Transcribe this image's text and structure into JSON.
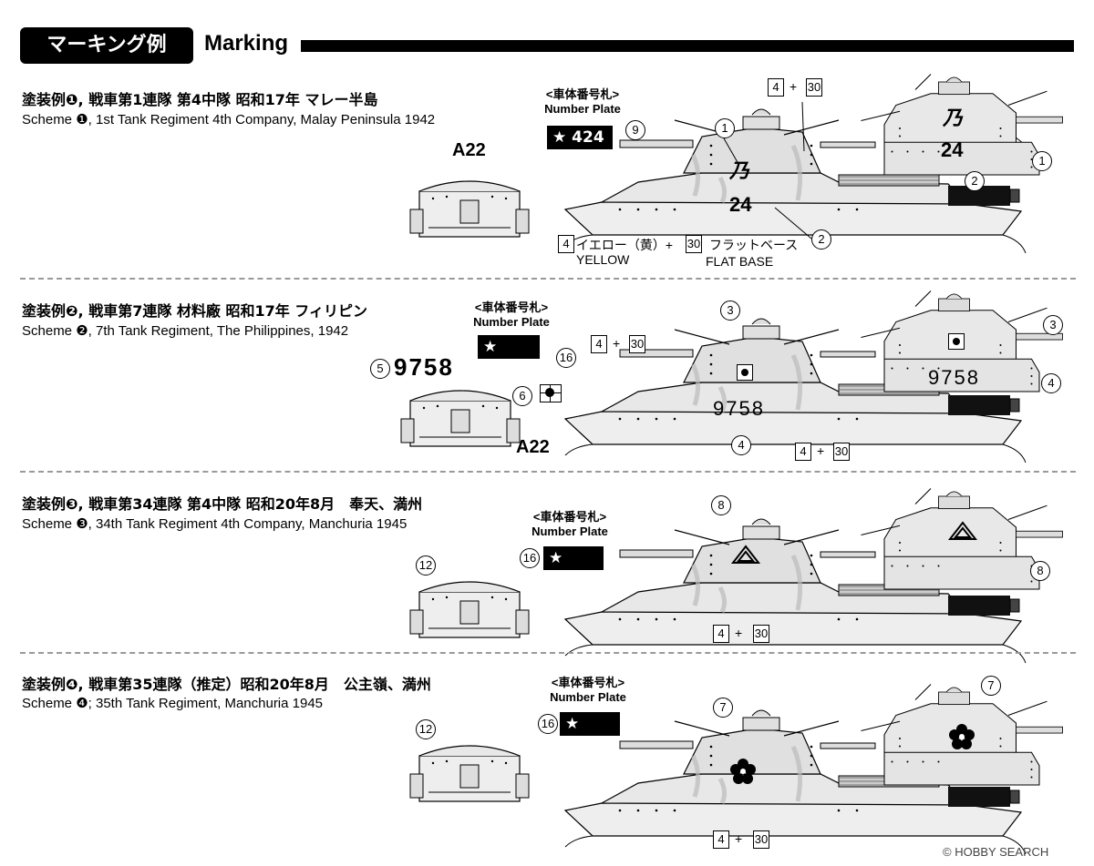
{
  "header": {
    "jp_title": "マーキング例",
    "en_title": "Marking"
  },
  "labels": {
    "nplate_jp": "<車体番号札>",
    "nplate_en": "Number Plate",
    "plus": "+"
  },
  "schemes": [
    {
      "title": "塗装例❶, 戦車第1連隊 第4中隊 昭和17年 マレー半島",
      "subtitle": "Scheme ❶, 1st Tank Regiment  4th Company, Malay Peninsula 1942"
    },
    {
      "title": "塗装例❷, 戦車第7連隊 材料廠 昭和17年 フィリピン",
      "subtitle": "Scheme ❷, 7th Tank Regiment, The Philippines, 1942"
    },
    {
      "title": "塗装例❸, 戦車第34連隊 第4中隊 昭和20年8月　奉天、満州",
      "subtitle": "Scheme ❸, 34th Tank Regiment 4th Company, Manchuria 1945"
    },
    {
      "title": "塗装例❹, 戦車第35連隊（推定）昭和20年8月　公主嶺、満州",
      "subtitle": "Scheme ❹; 35th Tank Regiment, Manchuria 1945"
    }
  ],
  "s1": {
    "front_label": "A22",
    "plate_text": "★ 424",
    "plate_ref": "9",
    "callouts": [
      "1",
      "2"
    ],
    "hull_number": "24",
    "kanji": "乃",
    "paint_top_a": "4",
    "paint_top_b": "30",
    "paint_a_num": "4",
    "paint_a_jp": "イエロー（黄）+",
    "paint_a_en": "YELLOW",
    "paint_b_num": "30",
    "paint_b_jp": "フラットベース",
    "paint_b_en": "FLAT BASE"
  },
  "s2": {
    "ref5": "5",
    "plate_big": "9758",
    "ref6": "6",
    "front_label": "A22",
    "plate_text": "★",
    "plate_ref": "16",
    "callout3": "3",
    "callout4": "4",
    "hull_number": "9758",
    "paint_a": "4",
    "paint_b": "30"
  },
  "s3": {
    "ref12": "12",
    "plate_text": "★",
    "plate_ref": "16",
    "callout": "8",
    "paint_a": "4",
    "paint_b": "30"
  },
  "s4": {
    "ref12": "12",
    "plate_text": "★",
    "plate_ref": "16",
    "callout": "7",
    "paint_a": "4",
    "paint_b": "30"
  },
  "watermark": "© HOBBY SEARCH"
}
